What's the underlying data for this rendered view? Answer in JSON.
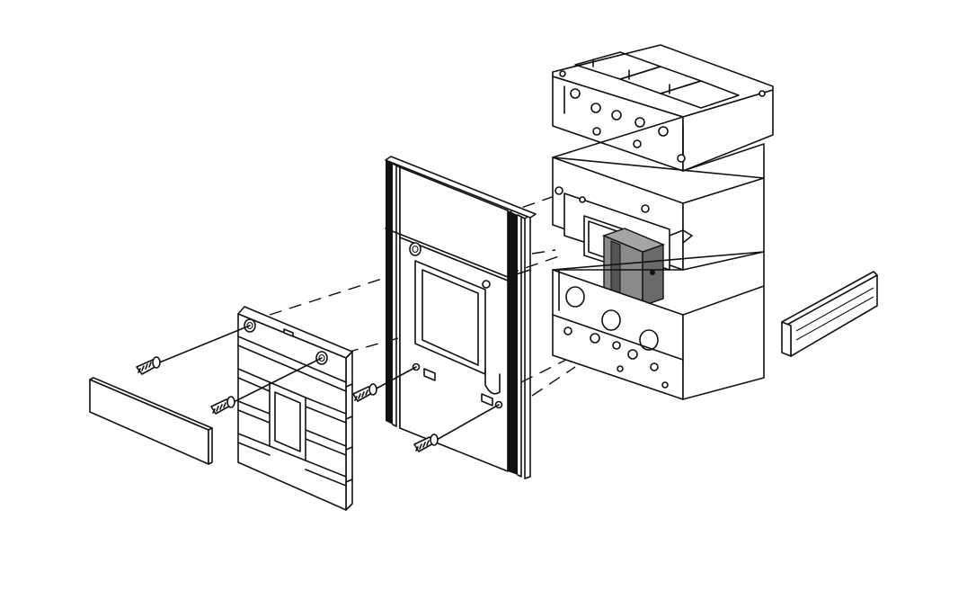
{
  "colors": {
    "background": "#ffffff",
    "line": "#111111",
    "handle_fill": "#8a8a8a",
    "handle_dark": "#555555"
  },
  "parts": [
    {
      "name": "terminal-cover-left",
      "icon": "rectangle-plate-icon"
    },
    {
      "name": "front-escutcheon-plate",
      "icon": "slotted-plate-icon"
    },
    {
      "name": "door-frame-cover",
      "icon": "framed-panel-icon"
    },
    {
      "name": "circuit-breaker-body",
      "icon": "breaker-icon"
    },
    {
      "name": "operating-handle",
      "icon": "toggle-handle-icon"
    },
    {
      "name": "terminal-cover-right",
      "icon": "rectangle-plate-icon"
    },
    {
      "name": "mounting-screw",
      "count": 4,
      "icon": "screw-icon"
    }
  ]
}
